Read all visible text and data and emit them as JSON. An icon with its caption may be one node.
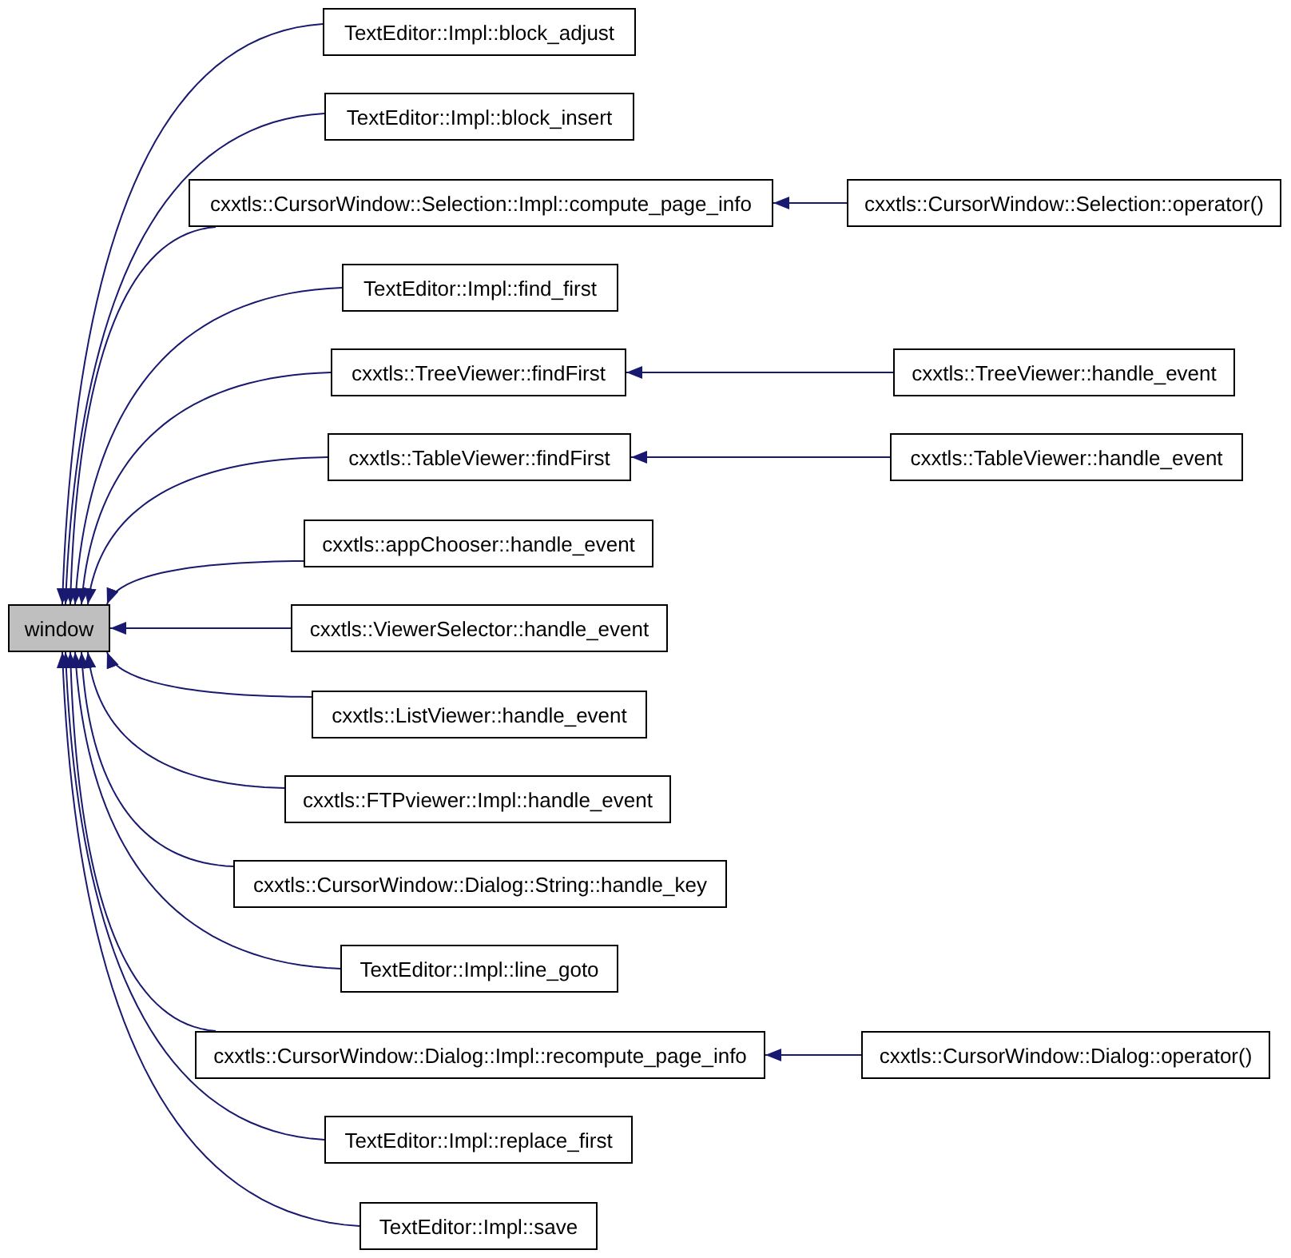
{
  "diagram": {
    "nodes": [
      {
        "text": [
          "TextEditor::Impl::block_adjust"
        ]
      },
      {
        "text": [
          "TextEditor::Impl::block_insert"
        ]
      },
      {
        "text": [
          "cxxtls::CursorWindow::Selection::Impl::compute_page_info"
        ]
      },
      {
        "text": [
          "cxxtls::CursorWindow::Selection::operator()"
        ]
      },
      {
        "text": [
          "TextEditor::Impl::find_first"
        ]
      },
      {
        "text": [
          "cxxtls::TreeViewer::findFirst"
        ]
      },
      {
        "text": [
          "cxxtls::TreeViewer::handle_event"
        ]
      },
      {
        "text": [
          "cxxtls::TableViewer::findFirst"
        ]
      },
      {
        "text": [
          "cxxtls::TableViewer::handle_event"
        ]
      },
      {
        "text": [
          "cxxtls::appChooser::handle_event"
        ]
      },
      {
        "text": [
          "window"
        ]
      },
      {
        "text": [
          "cxxtls::ViewerSelector::handle_event"
        ]
      },
      {
        "text": [
          "cxxtls::ListViewer::handle_event"
        ]
      },
      {
        "text": [
          "cxxtls::FTPviewer::Impl::handle_event"
        ]
      },
      {
        "text": [
          "cxxtls::CursorWindow::Dialog::String::handle_key"
        ]
      },
      {
        "text": [
          "TextEditor::Impl::line_goto"
        ]
      },
      {
        "text": [
          "cxxtls::CursorWindow::Dialog::Impl::recompute_page_info"
        ]
      },
      {
        "text": [
          "cxxtls::CursorWindow::Dialog::operator()"
        ]
      },
      {
        "text": [
          "TextEditor::Impl::replace_first"
        ]
      },
      {
        "text": [
          "TextEditor::Impl::save"
        ]
      }
    ],
    "edges": [
      {
        "from": 0,
        "to": 10,
        "arrow": "to"
      },
      {
        "from": 1,
        "to": 10,
        "arrow": "to"
      },
      {
        "from": 2,
        "to": 10,
        "arrow": "to"
      },
      {
        "from": 3,
        "to": 2,
        "arrow": "to"
      },
      {
        "from": 4,
        "to": 10,
        "arrow": "to"
      },
      {
        "from": 5,
        "to": 10,
        "arrow": "to"
      },
      {
        "from": 6,
        "to": 5,
        "arrow": "to"
      },
      {
        "from": 7,
        "to": 10,
        "arrow": "to"
      },
      {
        "from": 8,
        "to": 7,
        "arrow": "to"
      },
      {
        "from": 9,
        "to": 10,
        "arrow": "to"
      },
      {
        "from": 11,
        "to": 10,
        "arrow": "to"
      },
      {
        "from": 12,
        "to": 10,
        "arrow": "to"
      },
      {
        "from": 13,
        "to": 10,
        "arrow": "to"
      },
      {
        "from": 14,
        "to": 10,
        "arrow": "to"
      },
      {
        "from": 15,
        "to": 10,
        "arrow": "to"
      },
      {
        "from": 16,
        "to": 10,
        "arrow": "to"
      },
      {
        "from": 17,
        "to": 16,
        "arrow": "to"
      },
      {
        "from": 18,
        "to": 10,
        "arrow": "to"
      },
      {
        "from": 19,
        "to": 10,
        "arrow": "to"
      }
    ]
  }
}
